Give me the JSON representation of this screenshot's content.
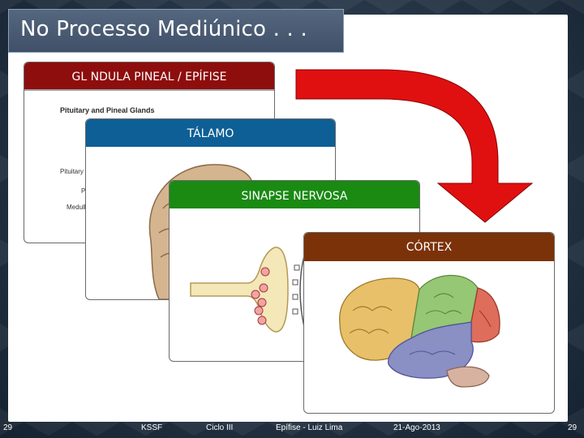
{
  "slide": {
    "title": "No Processo Mediúnico . . .",
    "cards": [
      {
        "header": "GL NDULA PINEAL / EPÍFISE",
        "color": "#8e0d0d",
        "caption": "Pituitary and Pineal Glands",
        "labels": [
          "Pituitary",
          "P",
          "Medull"
        ]
      },
      {
        "header": "TÁLAMO",
        "color": "#0e5f95"
      },
      {
        "header": "SINAPSE NERVOSA",
        "color": "#1a8a13"
      },
      {
        "header": "CÓRTEX",
        "color": "#7b3209"
      }
    ],
    "arrow_color": "#e01010"
  },
  "footer": {
    "page_left": "29",
    "org": "KSSF",
    "cycle": "Ciclo III",
    "topic": "Epífise - Luiz Lima",
    "date": "21-Ago-2013",
    "page_right": "29"
  }
}
